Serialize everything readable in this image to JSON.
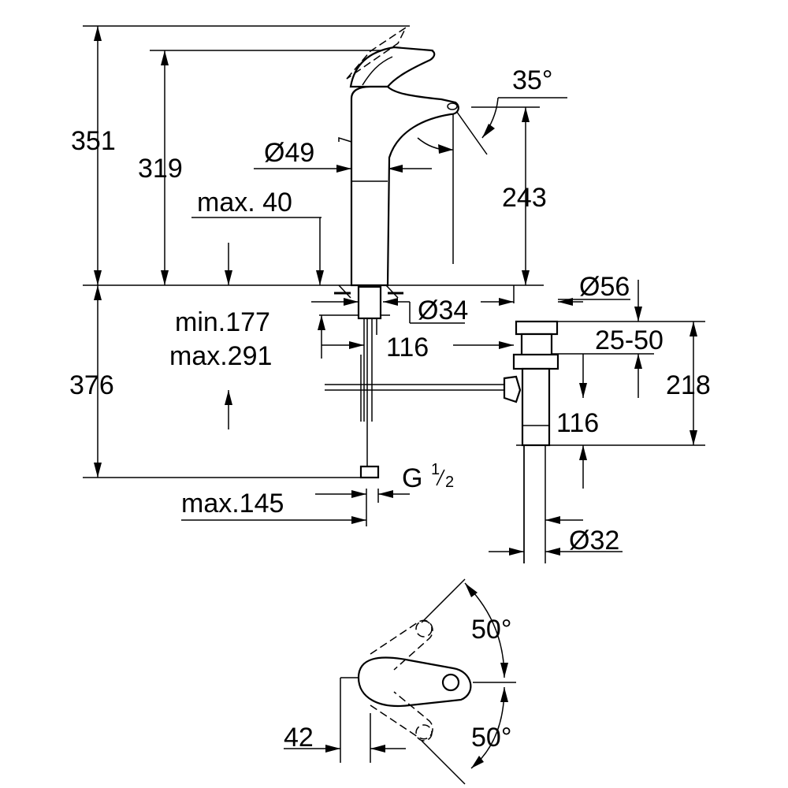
{
  "dimensions": {
    "d351": "351",
    "d319": "319",
    "d49": "Ø49",
    "max40": "max. 40",
    "angle35": "35°",
    "d243": "243",
    "d56": "Ø56",
    "d34": "Ø34",
    "min177": "min.177",
    "max291": "max.291",
    "d116a": "116",
    "d25_50": "25-50",
    "d218": "218",
    "d376": "376",
    "d116b": "116",
    "thread": "G",
    "thread_num": "1",
    "thread_den": "2",
    "max145": "max.145",
    "d32": "Ø32",
    "angle50a": "50°",
    "angle50b": "50°",
    "d42": "42"
  }
}
